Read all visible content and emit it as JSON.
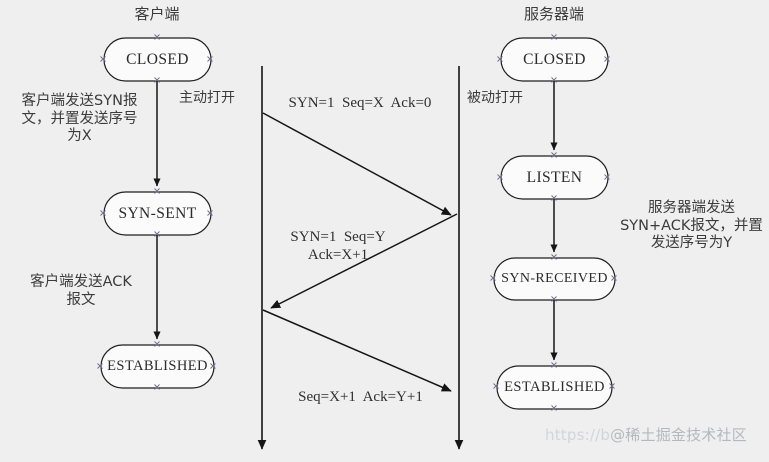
{
  "diagram": {
    "title": "TCP three-way handshake state diagram",
    "background_color": "#efefef",
    "line_color": "#1a1a1a",
    "text_color": "#3a3a3a"
  },
  "columns": {
    "client_title": "客户端",
    "server_title": "服务器端"
  },
  "client_states": [
    {
      "id": "client-closed",
      "label": "CLOSED"
    },
    {
      "id": "client-syn-sent",
      "label": "SYN-SENT"
    },
    {
      "id": "client-established",
      "label": "ESTABLISHED"
    }
  ],
  "server_states": [
    {
      "id": "server-closed",
      "label": "CLOSED"
    },
    {
      "id": "server-listen",
      "label": "LISTEN"
    },
    {
      "id": "server-syn-received",
      "label": "SYN-RECEIVED"
    },
    {
      "id": "server-established",
      "label": "ESTABLISHED"
    }
  ],
  "transition_labels": {
    "active_open": "主动打开",
    "passive_open": "被动打开"
  },
  "annotations": {
    "client_syn_note": "客户端发送SYN报\n文，并置发送序号\n为X",
    "client_ack_note": "客户端发送ACK\n报文",
    "server_synack_note": "服务器端发送\nSYN+ACK报文，并置\n发送序号为Y"
  },
  "messages": [
    {
      "id": "msg-syn",
      "label": "SYN=1  Seq=X  Ack=0",
      "direction": "client-to-server"
    },
    {
      "id": "msg-syn-ack",
      "label": "SYN=1  Seq=Y\nAck=X+1",
      "direction": "server-to-client"
    },
    {
      "id": "msg-ack",
      "label": "Seq=X+1  Ack=Y+1",
      "direction": "client-to-server"
    }
  ],
  "watermark": {
    "url_text": "https://b",
    "handle": "@稀土掘金技术社区"
  }
}
